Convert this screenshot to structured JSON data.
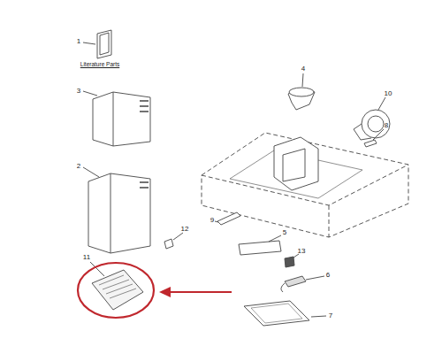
{
  "diagram": {
    "labels": [
      "1",
      "Literature Parts",
      "3",
      "2",
      "11",
      "12",
      "9",
      "4",
      "10",
      "8",
      "5",
      "13",
      "6",
      "7"
    ]
  }
}
